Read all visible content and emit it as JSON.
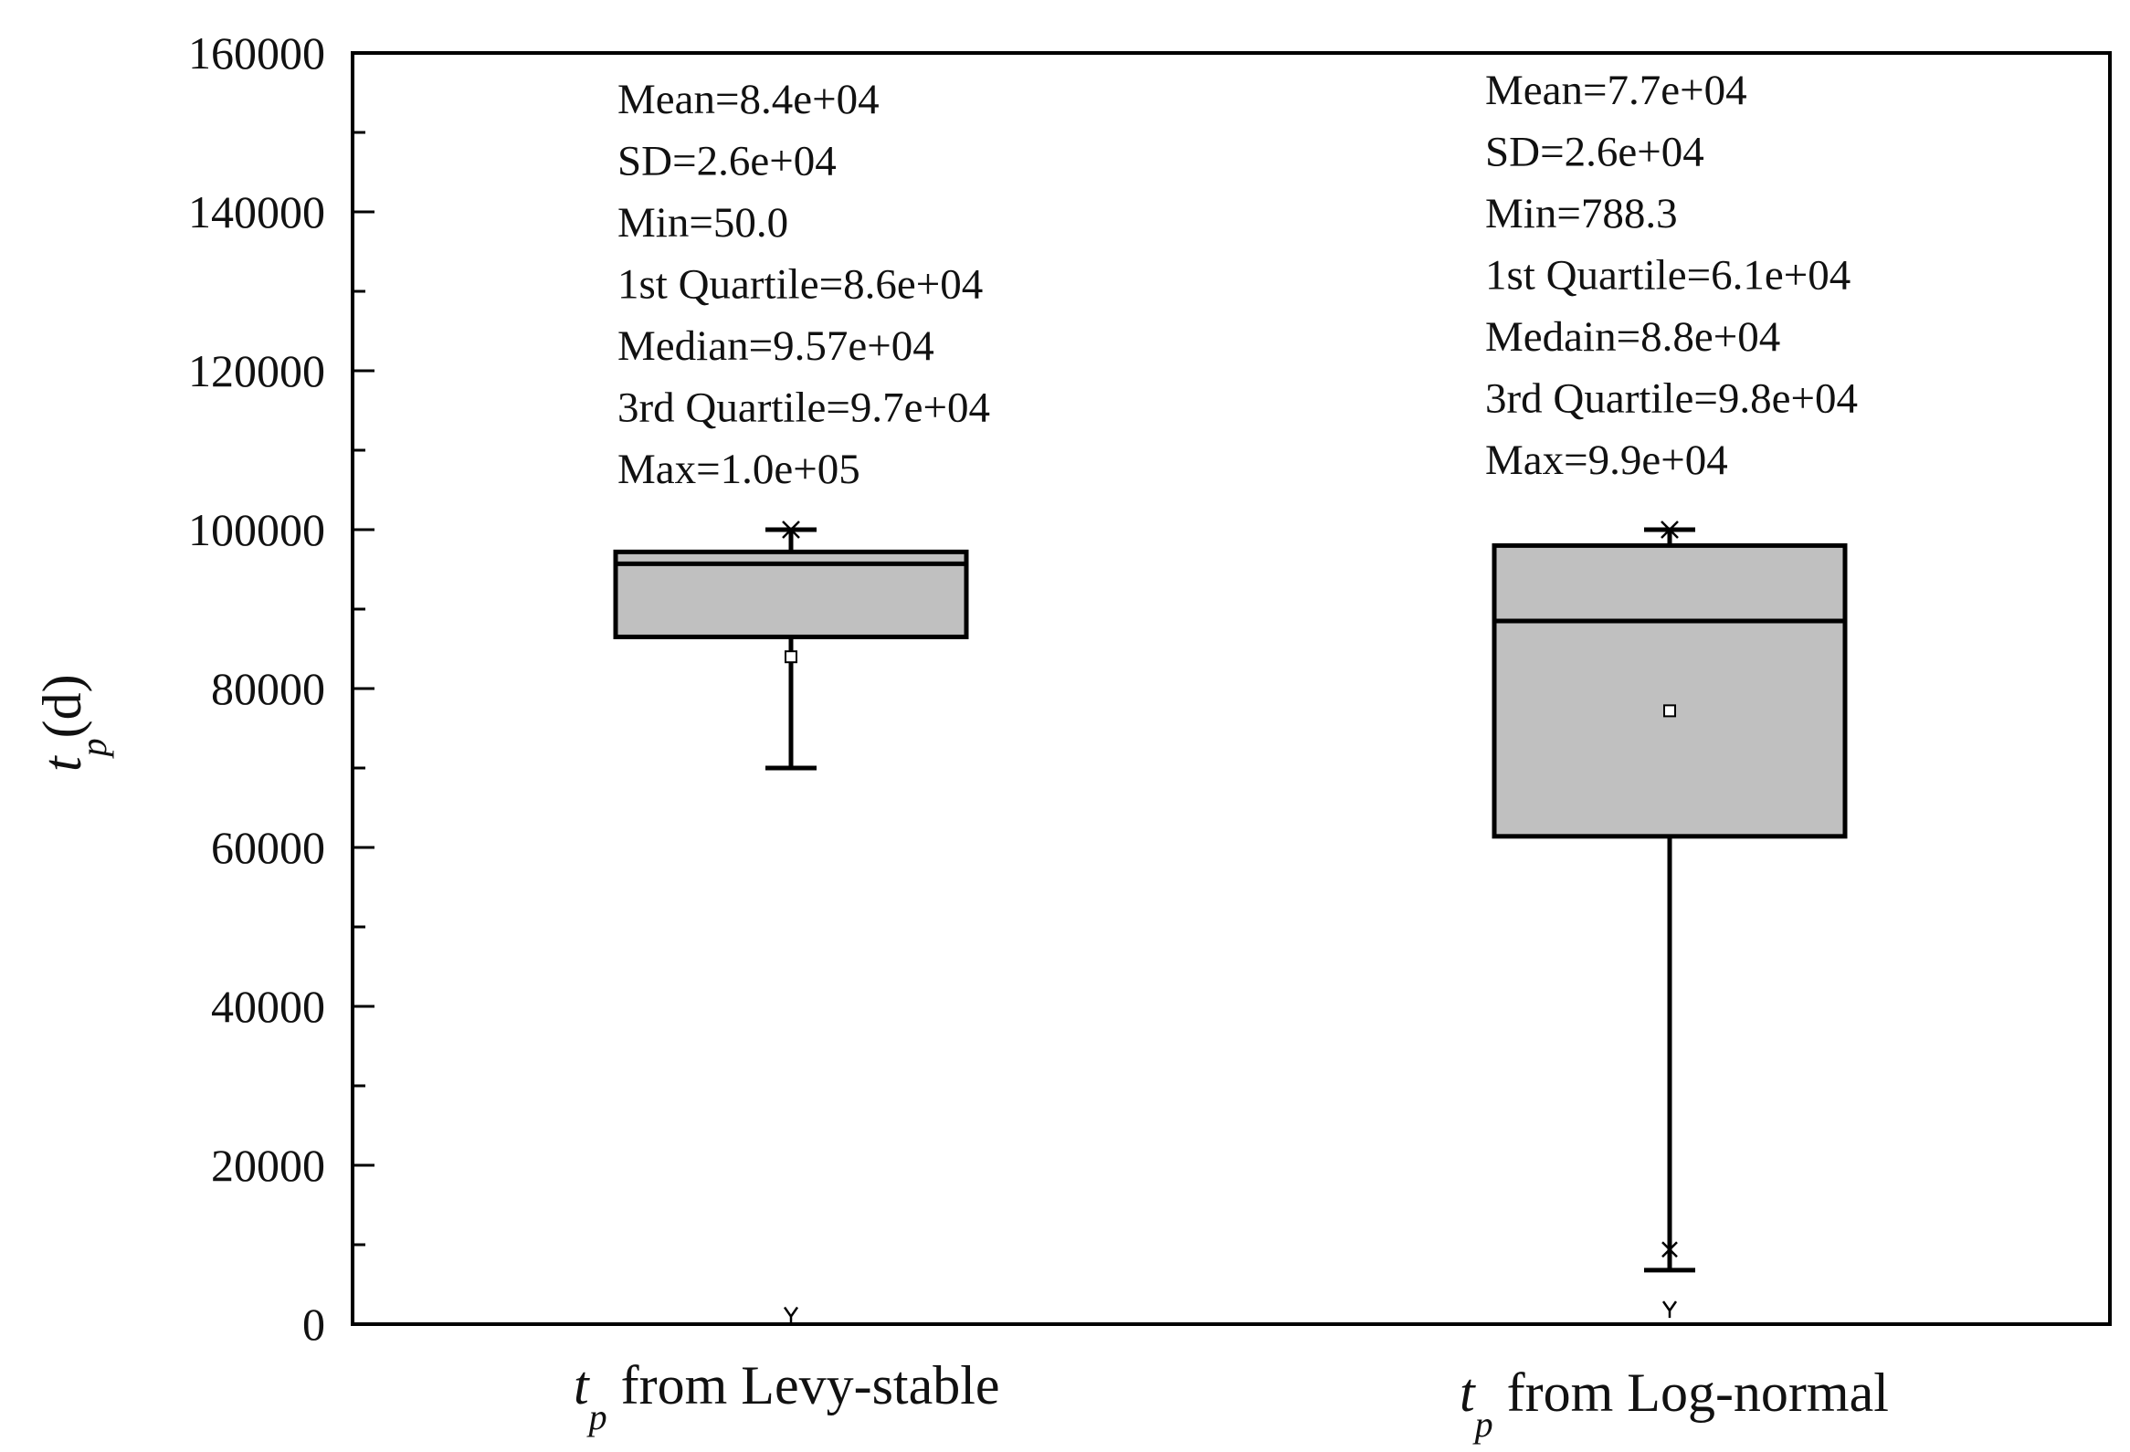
{
  "chart_data": {
    "type": "box",
    "title": "",
    "ylim": [
      0,
      160000
    ],
    "yticks": [
      0,
      20000,
      40000,
      60000,
      80000,
      100000,
      120000,
      140000,
      160000
    ],
    "y_minor_step": 10000,
    "grid": false,
    "legend": "none",
    "ylabel": {
      "symbol": "t",
      "subscript": "p",
      "rest": "(d)"
    },
    "colors": {
      "box_fill": "#c0c0c0",
      "stroke": "#000000",
      "background": "#ffffff"
    },
    "series": [
      {
        "label": {
          "symbol": "t",
          "subscript": "p",
          "rest": " from Levy-stable"
        },
        "mean": 84000,
        "whisker_low": 70000,
        "q1": 86500,
        "median": 95700,
        "q3": 97200,
        "whisker_high": 100000,
        "min": 50,
        "max": 100000,
        "stats_text": [
          "Mean=8.4e+04",
          "SD=2.6e+04",
          "Min=50.0",
          "1st Quartile=8.6e+04",
          "Median=9.57e+04",
          "3rd Quartile=9.7e+04",
          "Max=1.0e+05"
        ]
      },
      {
        "label": {
          "symbol": "t",
          "subscript": "p",
          "rest": " from Log-normal"
        },
        "mean": 77200,
        "whisker_low": 6800,
        "q1": 61400,
        "median": 88500,
        "q3": 98000,
        "whisker_high": 100000,
        "min": 788.3,
        "max": 99000,
        "extra_marks": [
          9400
        ],
        "stats_text": [
          "Mean=7.7e+04",
          "SD=2.6e+04",
          "Min=788.3",
          "1st Quartile=6.1e+04",
          "Medain=8.8e+04",
          "3rd Quartile=9.8e+04",
          "Max=9.9e+04"
        ]
      }
    ]
  }
}
